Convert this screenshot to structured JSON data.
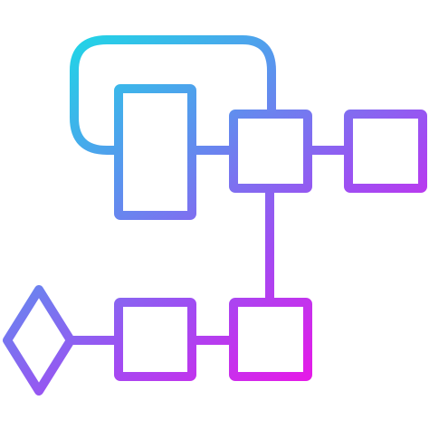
{
  "icon": {
    "name": "flowchart-diagram-icon",
    "style": "outline",
    "gradient": {
      "stops": [
        "#1fd6e6",
        "#5b93ee",
        "#a14cf2",
        "#e41be8"
      ]
    },
    "shapes": [
      "loop-connector",
      "tall-process-box",
      "center-process-box",
      "right-process-box",
      "vertical-connector",
      "decision-diamond",
      "bottom-middle-process-box",
      "bottom-right-process-box"
    ]
  }
}
